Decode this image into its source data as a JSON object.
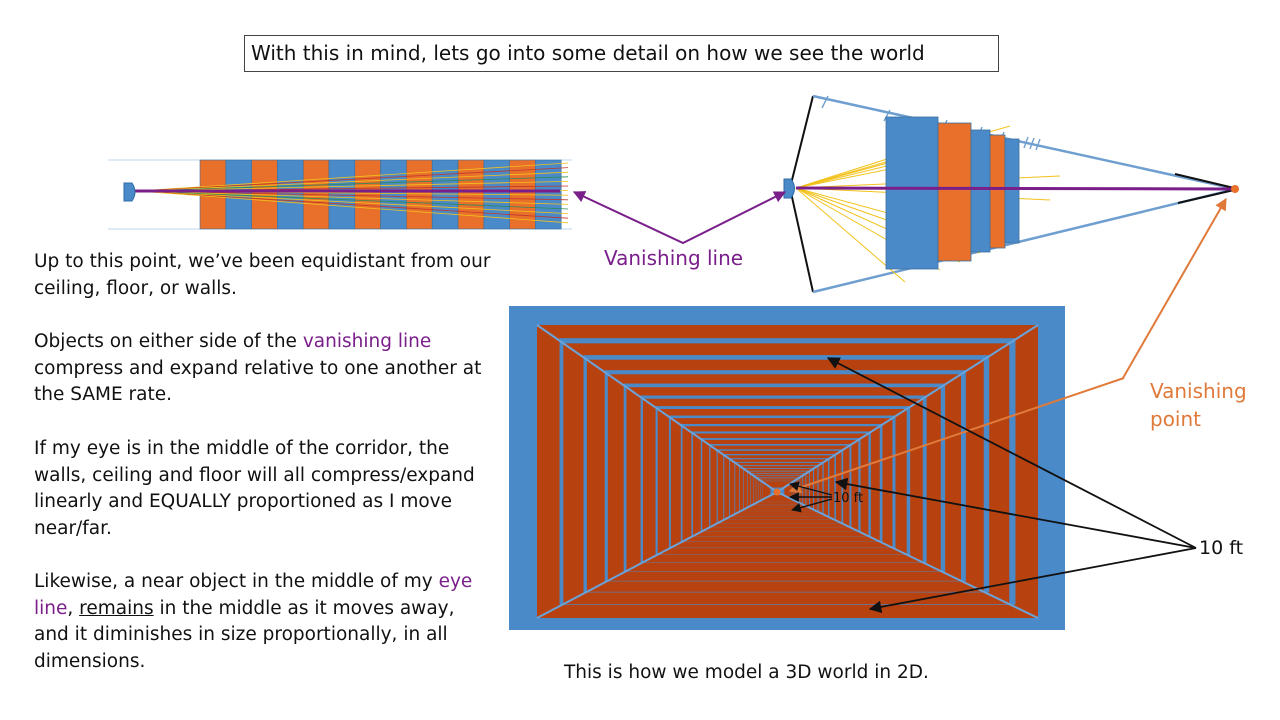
{
  "title": "With this in mind, lets go into some detail on how we see the world",
  "paragraphs": {
    "p1": "Up to this point, we’ve been equidistant from our ceiling, floor, or walls.",
    "p2_before": "Objects on either side of the ",
    "p2_highlight": "vanishing line",
    "p2_after": " compress and expand relative to one another at the SAME rate.",
    "p3": "If my eye is in the middle of the corridor, the walls, ceiling and floor will all compress/expand linearly and EQUALLY proportioned as I move near/far.",
    "p4_before": "Likewise, a near object in the middle of my ",
    "p4_highlight": "eye line",
    "p4_mid": ", ",
    "p4_underlined": "remains",
    "p4_after": " in the middle as it moves away, and it diminishes in size proportionally, in all dimensions."
  },
  "labels": {
    "vanishing_line": "Vanishing line",
    "vanishing_point": "Vanishing point",
    "ten_ft": "10 ft",
    "ten_ft_small": "10 ft"
  },
  "caption": "This is how we model a 3D world in 2D.",
  "colors": {
    "blue": "#4a8ac8",
    "orange": "#e8702a",
    "rust": "#b8420f",
    "purple": "#7a1e8a",
    "yellow": "#f2c21c",
    "steel": "#6f9fd0",
    "label_orange": "#e07a3a"
  },
  "icons": {
    "eye": "eye-icon"
  }
}
